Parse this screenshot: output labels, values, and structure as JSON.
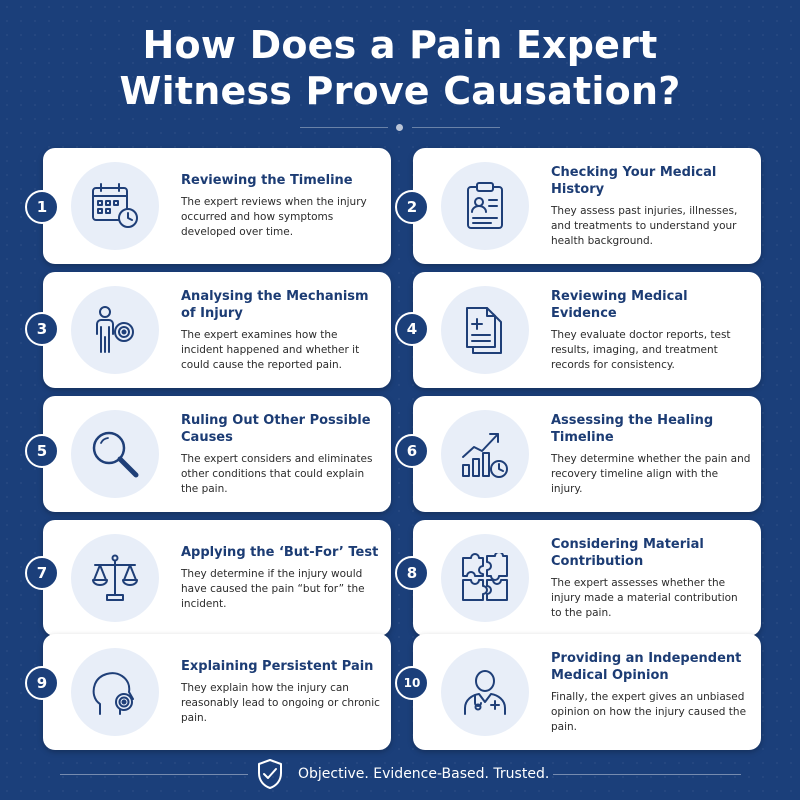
{
  "header": {
    "title_line1": "How Does a Pain Expert",
    "title_line2": "Witness Prove Causation?"
  },
  "steps": [
    {
      "number": "1",
      "title": "Reviewing the Timeline",
      "description": "The expert reviews when the injury occurred and how symptoms developed over time.",
      "icon": "calendar-clock-icon"
    },
    {
      "number": "2",
      "title": "Checking Your Medical History",
      "description": "They assess past injuries, illnesses, and treatments to understand your health background.",
      "icon": "clipboard-patient-icon"
    },
    {
      "number": "3",
      "title": "Analysing the Mechanism of Injury",
      "description": "The expert examines how the incident happened and whether it could cause the reported pain.",
      "icon": "person-target-icon"
    },
    {
      "number": "4",
      "title": "Reviewing Medical Evidence",
      "description": "They evaluate doctor reports, test results, imaging, and treatment records for consistency.",
      "icon": "medical-documents-icon"
    },
    {
      "number": "5",
      "title": "Ruling Out Other Possible Causes",
      "description": "The expert considers and eliminates other conditions that could explain the pain.",
      "icon": "magnifying-glass-icon"
    },
    {
      "number": "6",
      "title": "Assessing the Healing Timeline",
      "description": "They determine whether the pain and recovery timeline align with the injury.",
      "icon": "chart-clock-icon"
    },
    {
      "number": "7",
      "title": "Applying the ‘But-For’ Test",
      "description": "They determine if the injury would have caused the pain “but for” the incident.",
      "icon": "scales-icon"
    },
    {
      "number": "8",
      "title": "Considering Material Contribution",
      "description": "The expert assesses whether the injury made a material contribution to the pain.",
      "icon": "puzzle-icon"
    },
    {
      "number": "9",
      "title": "Explaining Persistent Pain",
      "description": "They explain how the injury can reasonably lead to ongoing or chronic pain.",
      "icon": "head-pain-icon"
    },
    {
      "number": "10",
      "title": "Providing an Independent Medical Opinion",
      "description": "Finally, the expert gives an unbiased opinion on how the injury caused the pain.",
      "icon": "doctor-icon"
    }
  ],
  "footer": {
    "tagline": "Objective. Evidence-Based. Trusted.",
    "icon": "shield-check-icon"
  },
  "colors": {
    "background": "#1b3f7a",
    "card": "#ffffff",
    "title_text": "#1c3c74",
    "icon_stroke": "#1f3f78",
    "icon_circle": "#e8eef8"
  }
}
